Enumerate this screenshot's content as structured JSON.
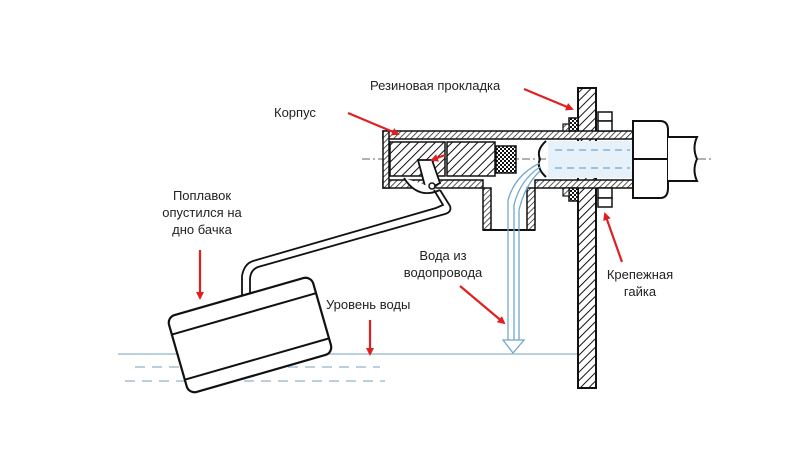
{
  "title": "Схема поплавкового клапана (поплавок опустился)",
  "colors": {
    "outline": "#111111",
    "arrow": "#e02020",
    "water": "#6fa8d0",
    "water_fill": "#e6f1fa",
    "background": "#ffffff"
  },
  "labels": {
    "gasket": "Резиновая прокладка",
    "body": "Корпус",
    "float_line1": "Поплавок",
    "float_line2": "опустился на",
    "float_line3": "дно бачка",
    "supply_line1": "Вода из",
    "supply_line2": "водопровода",
    "water_level": "Уровень воды",
    "nut_line1": "Крепежная",
    "nut_line2": "гайка"
  }
}
